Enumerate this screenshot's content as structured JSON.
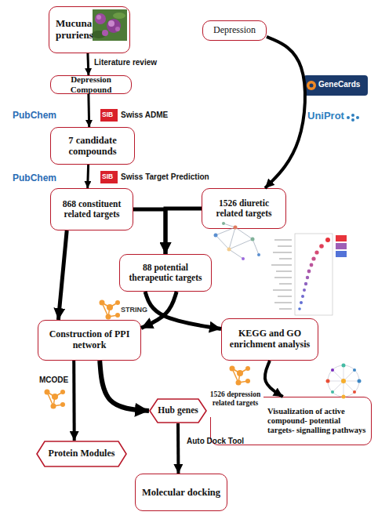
{
  "diagram": {
    "nodes": [
      {
        "text": [
          "Mucuna pruriens"
        ]
      },
      {
        "text": [
          "Depression"
        ]
      },
      {
        "text": [
          "Depression Compound"
        ]
      },
      {
        "text": [
          "7 candidate compounds"
        ]
      },
      {
        "text": [
          "868 constituent related targets"
        ]
      },
      {
        "text": [
          "1526 diuretic related targets"
        ]
      },
      {
        "text": [
          "88 potential therapeutic targets"
        ]
      },
      {
        "text": [
          "Construction of PPI network"
        ]
      },
      {
        "text": [
          "KEGG and GO enrichment analysis"
        ]
      },
      {
        "text": [
          "Hub genes"
        ]
      },
      {
        "text": [
          "Visualization of active compound- potential targets- signalling pathways"
        ]
      },
      {
        "text": [
          "Protein Modules"
        ]
      },
      {
        "text": [
          "Molecular docking"
        ]
      }
    ],
    "edges": [
      {
        "from": 0,
        "to": 2,
        "arrow": "to"
      },
      {
        "from": 2,
        "to": 3,
        "arrow": "to"
      },
      {
        "from": 3,
        "to": 4,
        "arrow": "to"
      },
      {
        "from": 1,
        "to": 5,
        "arrow": "to"
      },
      {
        "from": 4,
        "to": 6,
        "arrow": "to"
      },
      {
        "from": 5,
        "to": 6,
        "arrow": "to"
      },
      {
        "from": 4,
        "to": 7,
        "arrow": "to"
      },
      {
        "from": 6,
        "to": 7,
        "arrow": "to"
      },
      {
        "from": 6,
        "to": 8,
        "arrow": "to"
      },
      {
        "from": 7,
        "to": 11,
        "arrow": "to"
      },
      {
        "from": 7,
        "to": 9,
        "arrow": "to"
      },
      {
        "from": 8,
        "to": 10,
        "arrow": "to"
      },
      {
        "from": 9,
        "to": 12,
        "arrow": "to"
      }
    ],
    "labels": [
      "Literature review",
      "PubChem",
      "SIB",
      "Swiss ADME",
      "PubChem",
      "SIB",
      "Swiss Target Prediction",
      "GeneCards",
      "UniProt",
      "STRING",
      "MCODE",
      "1526 depression related targets",
      "Auto Dock Tool"
    ]
  }
}
